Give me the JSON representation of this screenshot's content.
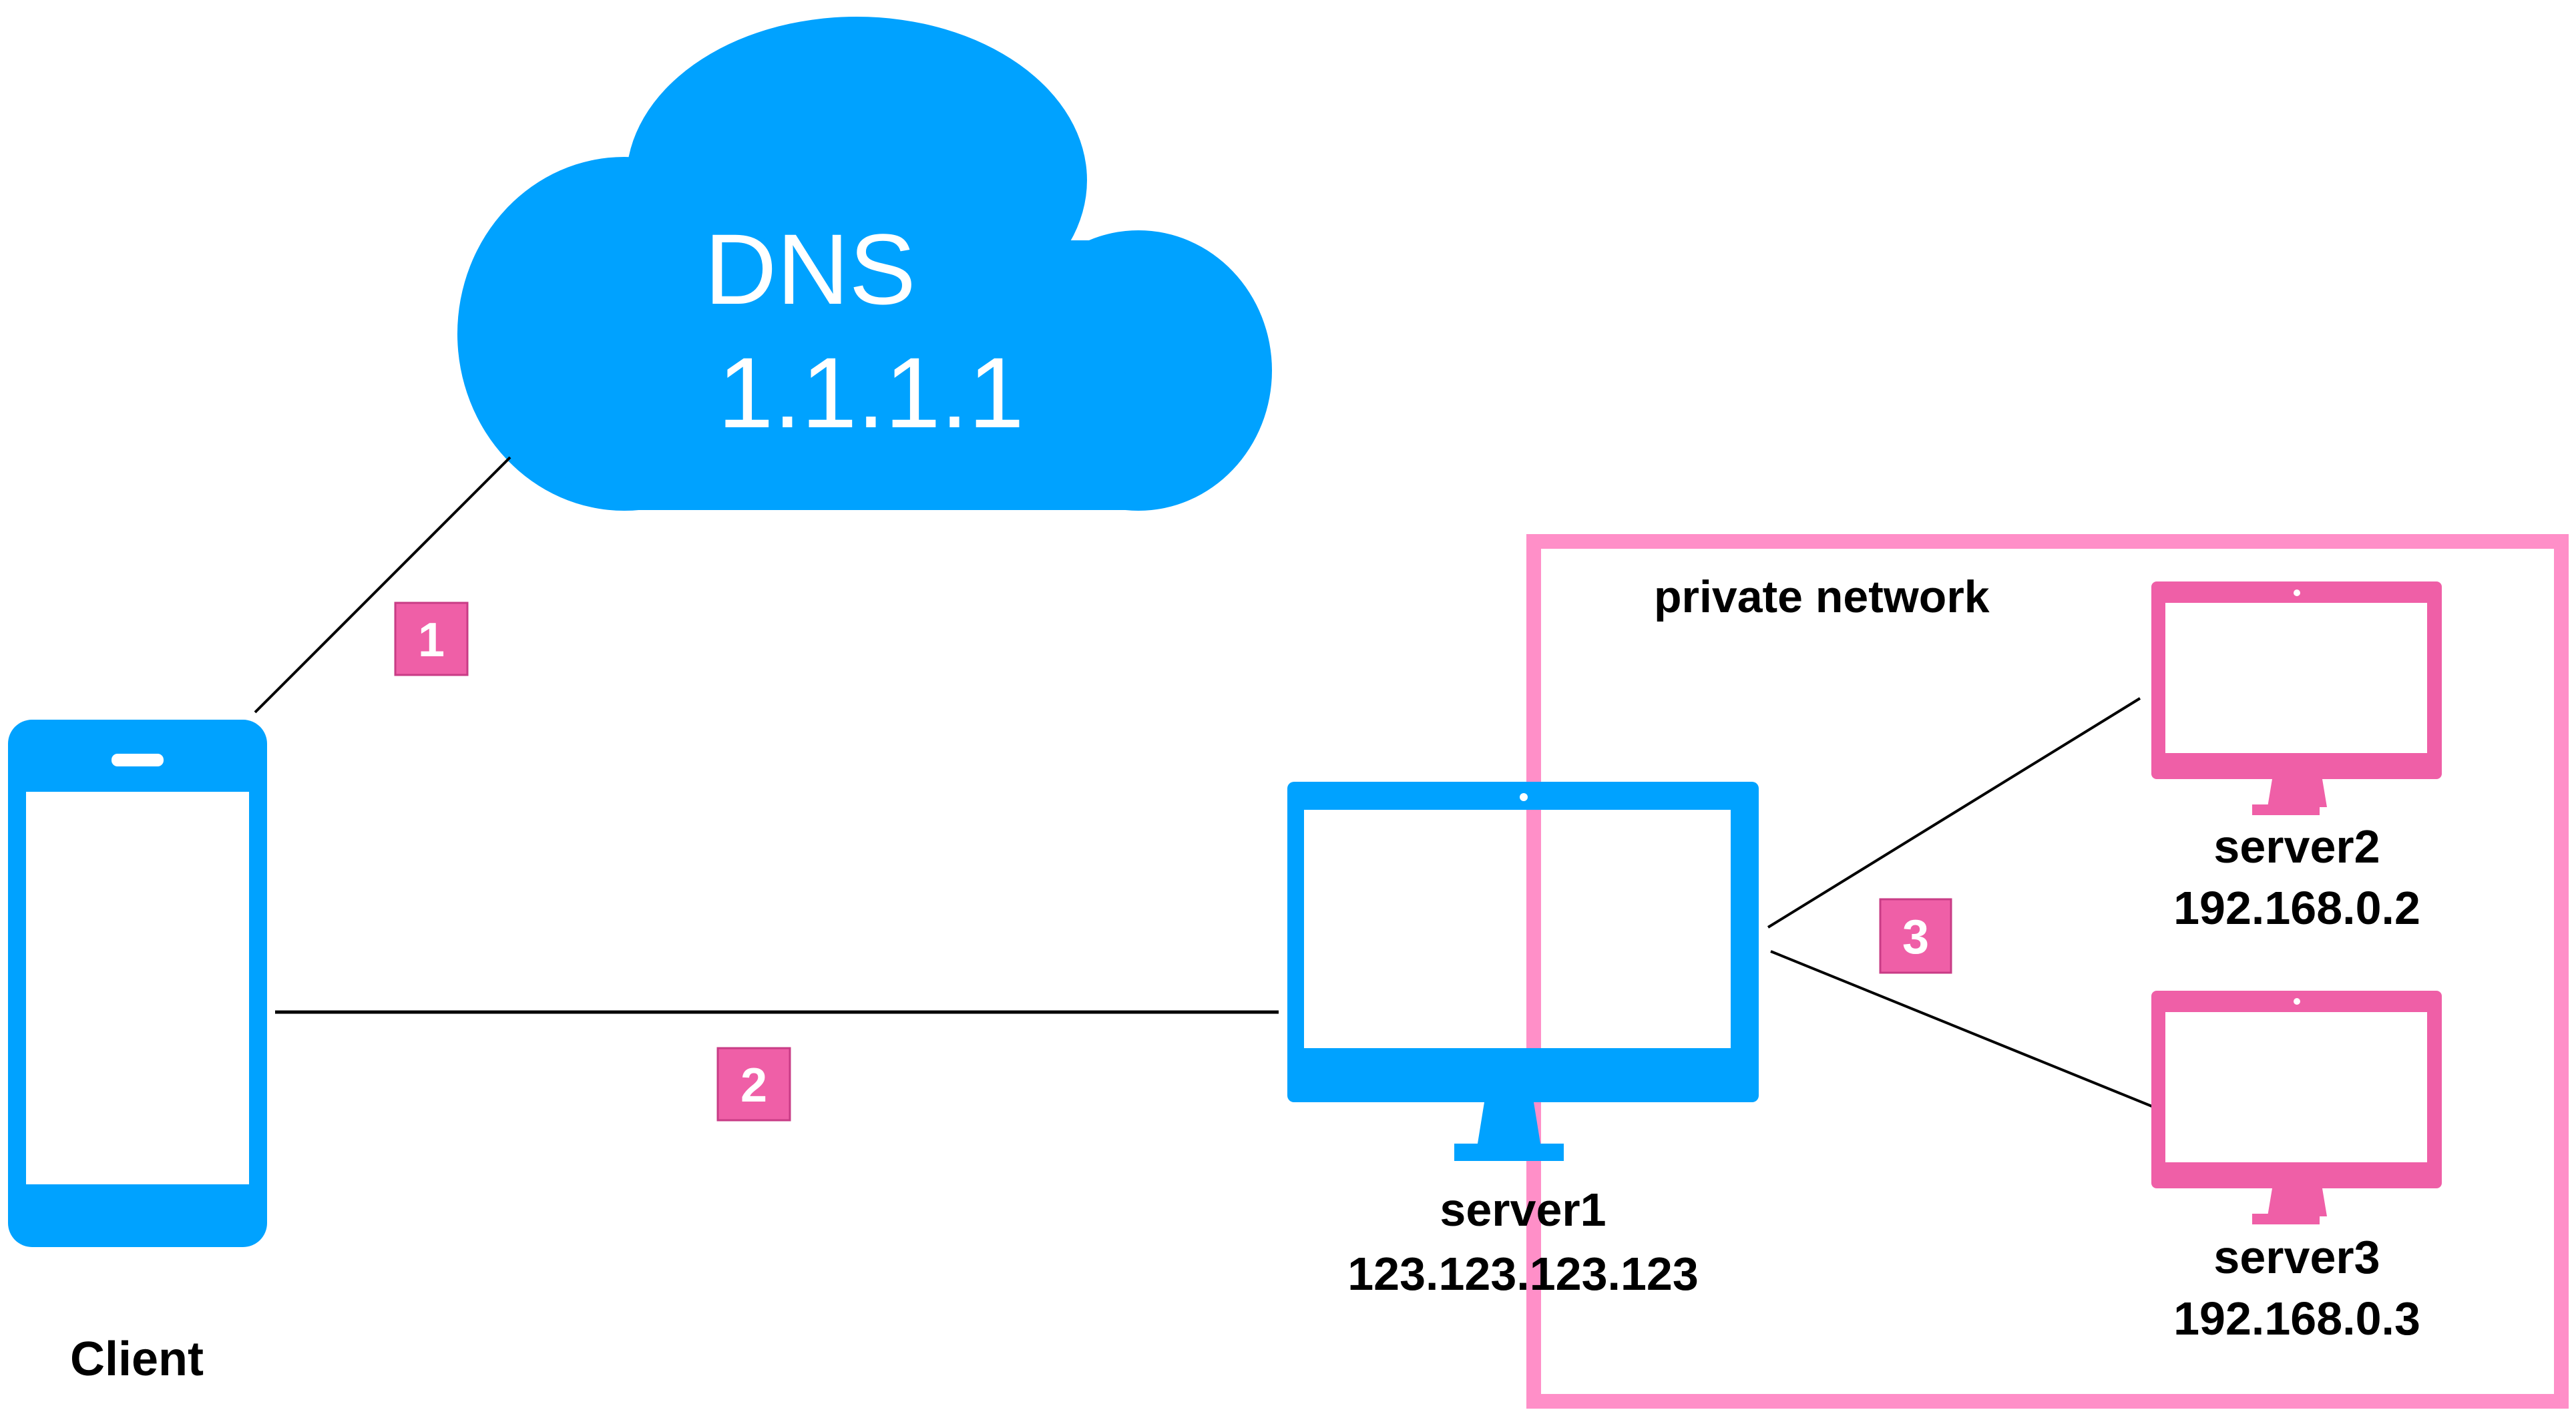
{
  "colors": {
    "blue": "#00A2FF",
    "pink": "#EF5FA7",
    "pink_border": "#FF8FC8",
    "line": "#000000",
    "background": "#FFFFFF"
  },
  "dns": {
    "label": "DNS",
    "ip": "1.1.1.1"
  },
  "client": {
    "label": "Client"
  },
  "private_network": {
    "label": "private network"
  },
  "servers": [
    {
      "name": "server1",
      "ip": "123.123.123.123"
    },
    {
      "name": "server2",
      "ip": "192.168.0.2"
    },
    {
      "name": "server3",
      "ip": "192.168.0.3"
    }
  ],
  "steps": [
    {
      "number": "1",
      "from": "Client",
      "to": "DNS"
    },
    {
      "number": "2",
      "from": "Client",
      "to": "server1"
    },
    {
      "number": "3",
      "from": "server1",
      "to": "server2 / server3"
    }
  ]
}
